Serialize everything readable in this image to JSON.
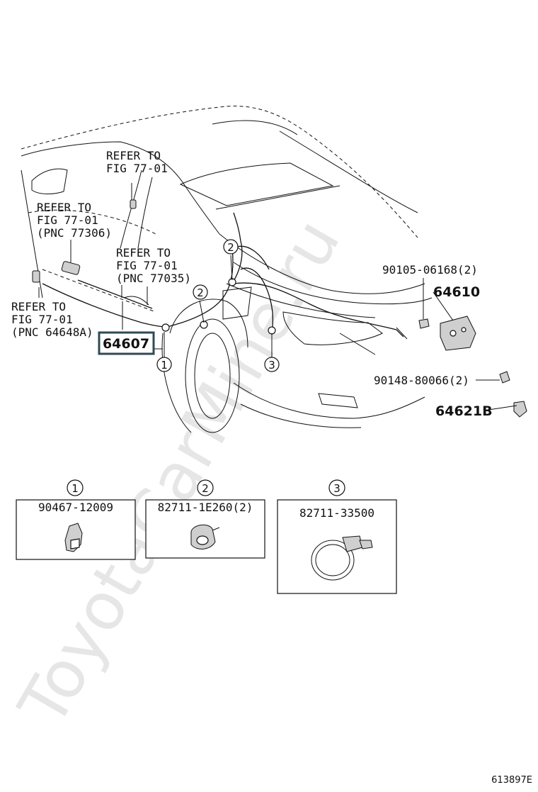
{
  "watermark": "ToyotaCarMine.ru",
  "labels": {
    "refer_top": [
      "REFER TO",
      "FIG 77-01"
    ],
    "refer_pnc77306": [
      "REFER TO",
      "FIG 77-01",
      "(PNC 77306)"
    ],
    "refer_pnc77035": [
      "REFER TO",
      "FIG 77-01",
      "(PNC 77035)"
    ],
    "refer_pnc64648a": [
      "REFER TO",
      "FIG 77-01",
      "(PNC 64648A)"
    ],
    "part_90105": "90105-06168(2)",
    "part_64610": "64610",
    "part_90148": "90148-80066(2)",
    "part_64621b": "64621B",
    "part_64607": "64607"
  },
  "callouts": [
    "1",
    "2",
    "3"
  ],
  "detail_boxes": [
    {
      "callout": "1",
      "part_number": "90467-12009"
    },
    {
      "callout": "2",
      "part_number": "82711-1E260(2)"
    },
    {
      "callout": "3",
      "part_number": "82711-33500"
    }
  ],
  "figure_ref": "613897E"
}
